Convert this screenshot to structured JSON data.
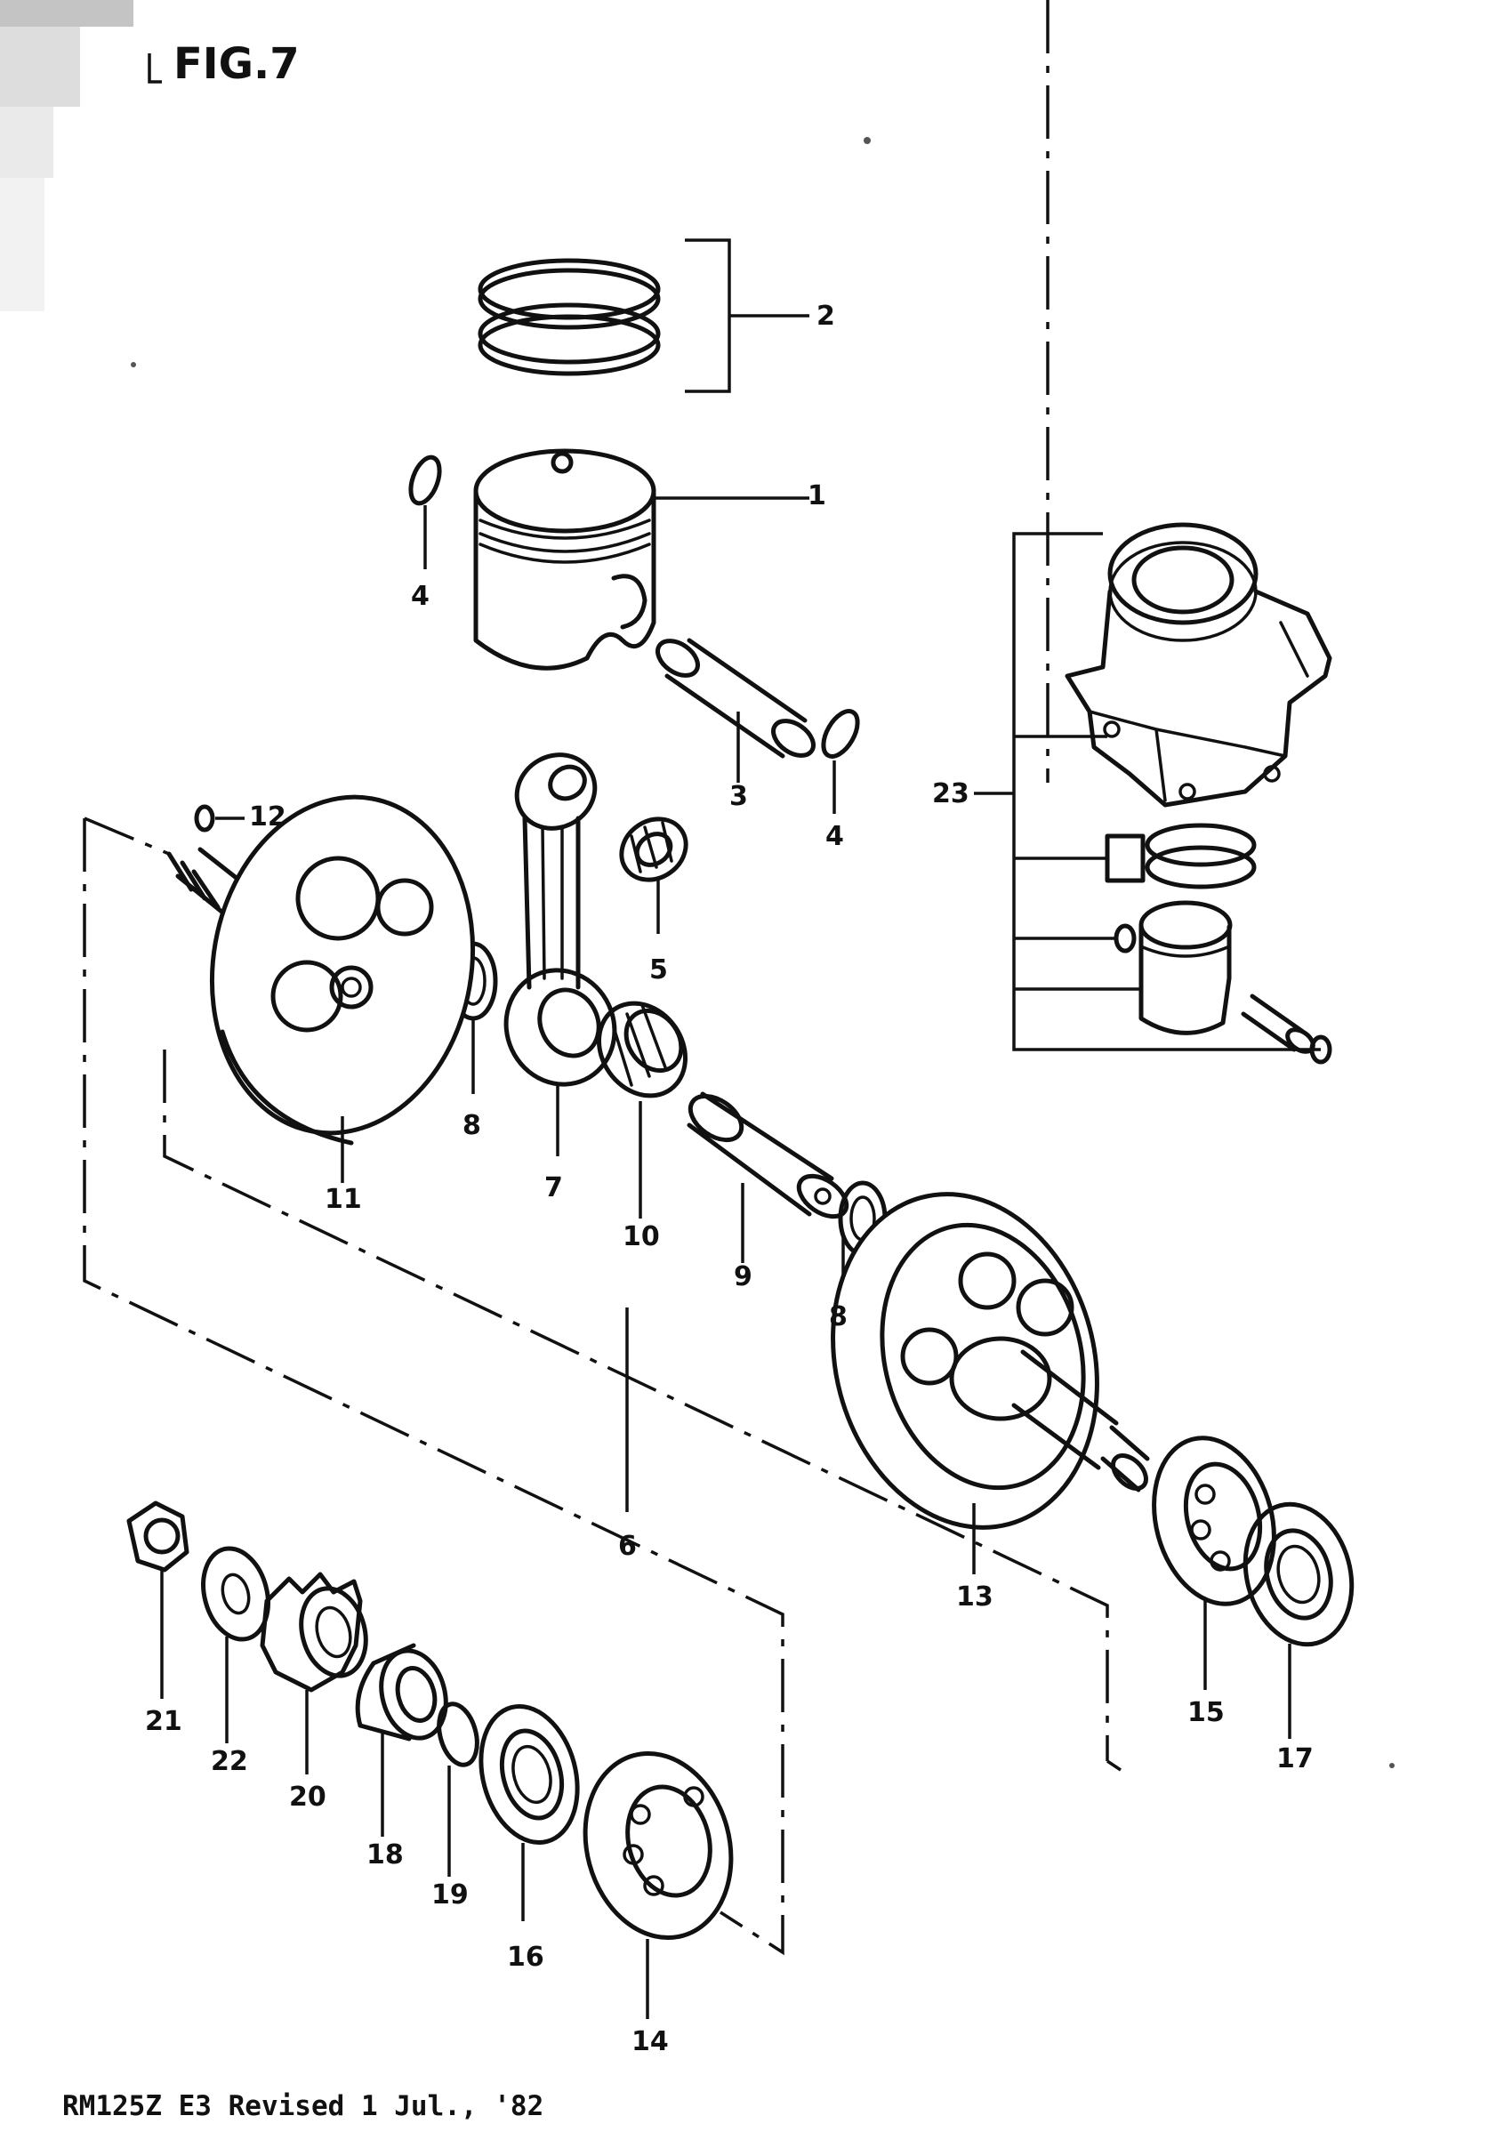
{
  "figure": {
    "title": "FIG.7",
    "footer": "RM125Z E3 Revised 1 Jul., '82"
  },
  "callouts": [
    "1",
    "2",
    "3",
    "4",
    "4",
    "5",
    "6",
    "7",
    "8",
    "8",
    "9",
    "10",
    "11",
    "12",
    "13",
    "14",
    "15",
    "16",
    "17",
    "18",
    "19",
    "20",
    "21",
    "22",
    "23"
  ]
}
